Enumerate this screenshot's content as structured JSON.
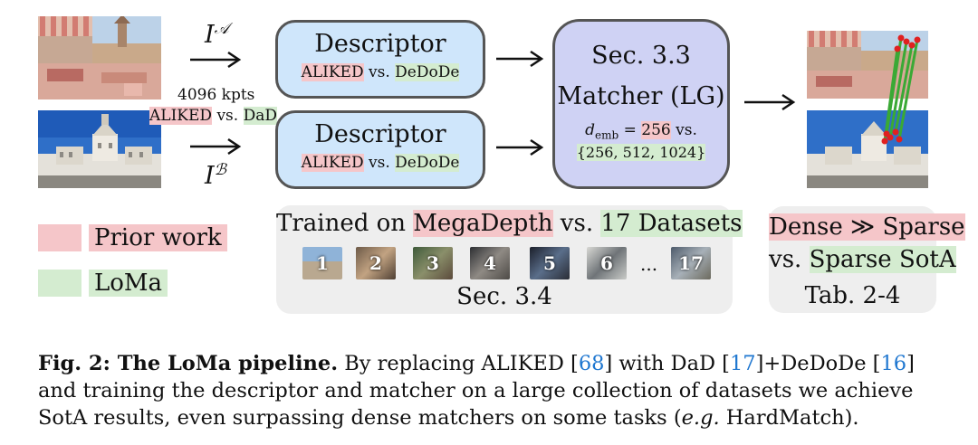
{
  "inputs": {
    "image_a_label": "I",
    "image_a_sup": "𝒜",
    "image_b_label": "I",
    "image_b_sup": "ℬ",
    "kpts": "4096 kpts",
    "kpts_prior": "ALIKED",
    "kpts_vs": "vs.",
    "kpts_loma": "DaD"
  },
  "descriptor_top": {
    "title": "Descriptor",
    "prior": "ALIKED",
    "vs": "vs.",
    "loma": "DeDoDe"
  },
  "descriptor_bottom": {
    "title": "Descriptor",
    "prior": "ALIKED",
    "vs": "vs.",
    "loma": "DeDoDe"
  },
  "matcher": {
    "section": "Sec. 3.3",
    "title": "Matcher (LG)",
    "demb_var": "d",
    "demb_sub": "emb",
    "equals": "=",
    "demb_prior": "256",
    "vs": "vs.",
    "demb_loma": "{256, 512, 1024}"
  },
  "legend": {
    "prior_label": "Prior work",
    "loma_label": "LoMa"
  },
  "training": {
    "prefix": "Trained on",
    "prior": "MegaDepth",
    "vs": "vs.",
    "loma": "17 Datasets",
    "section": "Sec. 3.4",
    "thumb_labels": [
      "1",
      "2",
      "3",
      "4",
      "5",
      "6",
      "17"
    ],
    "ellipsis": "..."
  },
  "results": {
    "line1_prior": "Dense ≫ Sparse",
    "line2_vs": "vs.",
    "line2_loma": "Sparse SotA",
    "section": "Tab. 2-4"
  },
  "caption": {
    "bold": "Fig. 2: The LoMa pipeline.",
    "t1": " By replacing ALIKED [",
    "r1": "68",
    "t2": "] with DaD [",
    "r2": "17",
    "t3": "]+DeDoDe [",
    "r3": "16",
    "t4": "]",
    "line2": "and training the descriptor and matcher on a large collection of datasets we achieve",
    "line3a": "SotA results, even surpassing dense matchers on some tasks (",
    "line3i": "e.g.",
    "line3b": " HardMatch)."
  },
  "colors": {
    "prior": "#f5c6c9",
    "loma": "#d4ecd0",
    "descriptor": "#cfe6fb",
    "matcher": "#cfd2f4"
  },
  "icons": {
    "arrow": "right-arrow-icon"
  }
}
